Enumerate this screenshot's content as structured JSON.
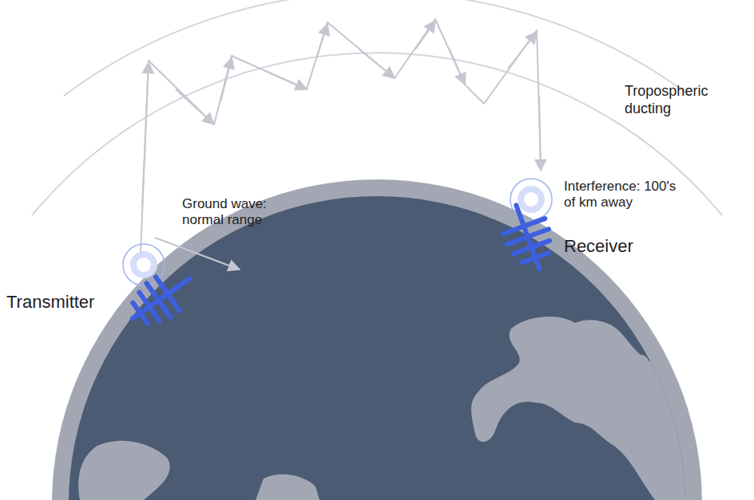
{
  "diagram": {
    "labels": [
      "Tropospheric ducting",
      "Ground wave: normal range",
      "Interference: 100's of km away",
      "Receiver",
      "Transmitter"
    ]
  }
}
